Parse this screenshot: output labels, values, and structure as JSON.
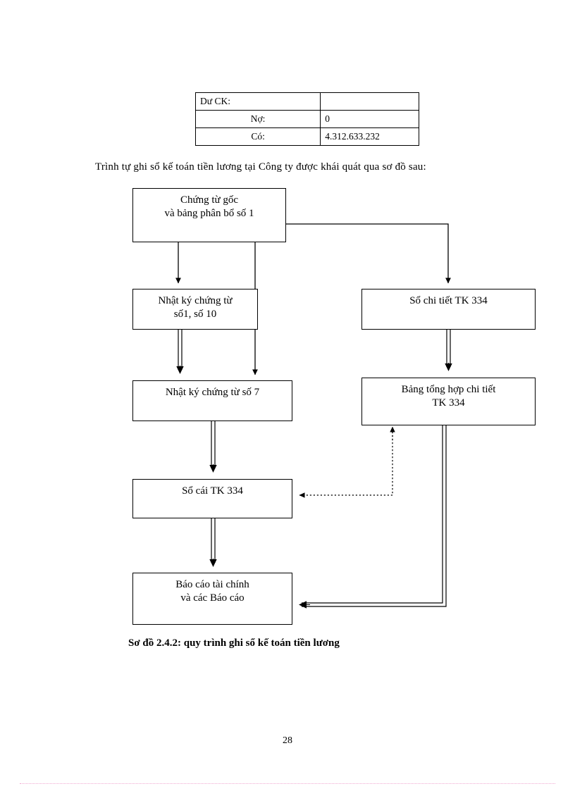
{
  "document": {
    "page_number": "28",
    "intro_paragraph": "Trình tự ghi sổ kế toán tiền lương tại Công ty được khái quát qua sơ đồ sau:",
    "caption": "Sơ đồ 2.4.2: quy trình ghi sổ kế toán tiền lương"
  },
  "balance_table": {
    "rows": [
      {
        "label": "Dư CK:",
        "label_align": "left",
        "value": ""
      },
      {
        "label": "Nợ:",
        "label_align": "center",
        "value": "0"
      },
      {
        "label": "Có:",
        "label_align": "center",
        "value": "4.312.633.232"
      }
    ]
  },
  "flowchart": {
    "nodes": {
      "chung_tu_goc": {
        "line1": "Chứng từ gốc",
        "line2": "và bảng phân bổ số 1"
      },
      "nhat_ky_1_10": {
        "line1": "Nhật ký chứng từ",
        "line2": "số1, số 10"
      },
      "so_chi_tiet": {
        "line1": "Sổ chi tiết TK 334",
        "line2": ""
      },
      "nhat_ky_7": {
        "line1": "Nhật ký chứng từ số 7",
        "line2": ""
      },
      "bang_tong_hop": {
        "line1": "Bảng tổng hợp chi tiết",
        "line2": "TK 334"
      },
      "so_cai": {
        "line1": "Sổ cái TK 334",
        "line2": ""
      },
      "bao_cao": {
        "line1": "Báo cáo tài chính",
        "line2": "và các Báo cáo"
      }
    },
    "connector_styles": {
      "single_solid": "thin solid arrow",
      "double_solid": "double-line solid arrow",
      "dotted": "dotted arrow"
    }
  },
  "colors": {
    "ink": "#000000",
    "page_background": "#ffffff",
    "bottom_rule": "#f0a8d0"
  }
}
